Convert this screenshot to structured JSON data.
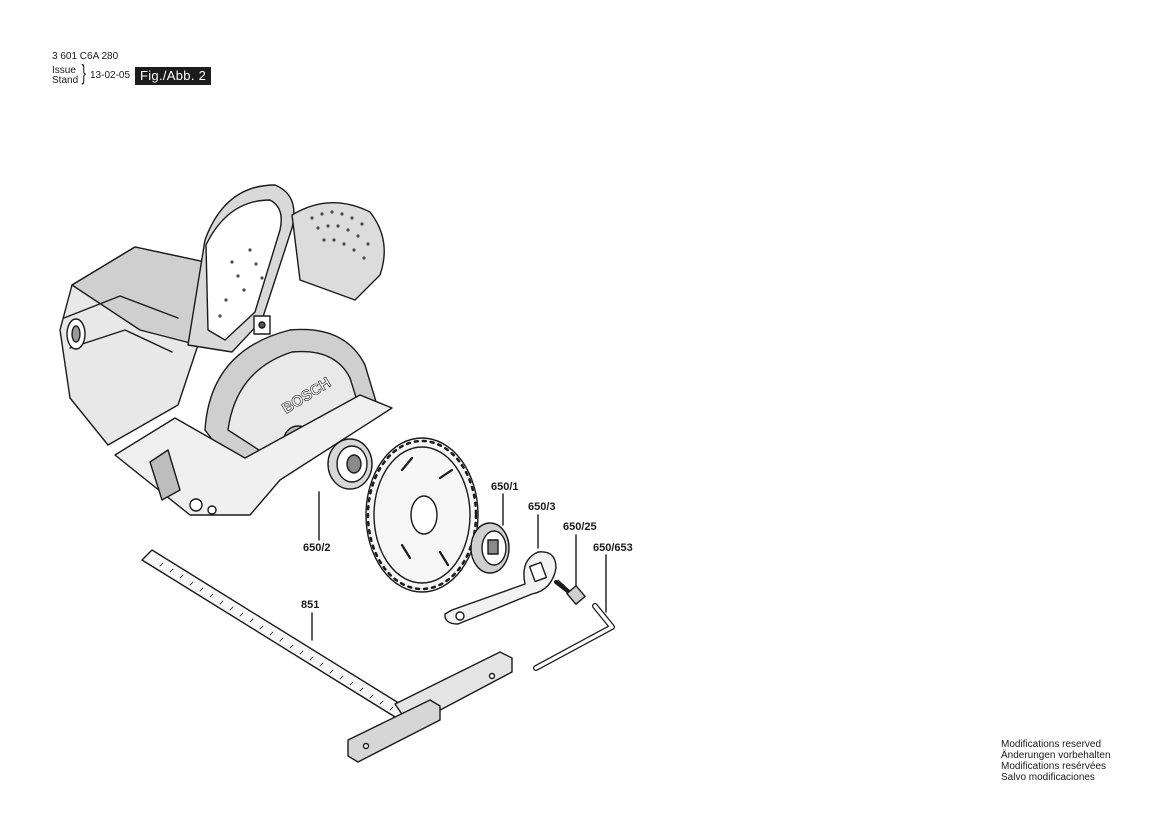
{
  "header": {
    "part_number": "3 601 C6A 280",
    "issue_label": "Issue",
    "stand_label": "Stand",
    "date": "13-02-05",
    "figure_label": "Fig./Abb. 2"
  },
  "brand_text": "BOSCH",
  "callouts": {
    "flange_inner": "650/2",
    "flange_outer": "650/1",
    "spanner": "650/3",
    "screw": "650/25",
    "hex_key": "650/653",
    "guide_rail": "851"
  },
  "notes": [
    "Modifications reserved",
    "Änderungen vorbehalten",
    "Modifications resérvées",
    "Salvo modificaciones"
  ],
  "colors": {
    "ink": "#1a1a1a",
    "badge_bg": "#1c1c1c",
    "badge_text": "#ffffff"
  }
}
